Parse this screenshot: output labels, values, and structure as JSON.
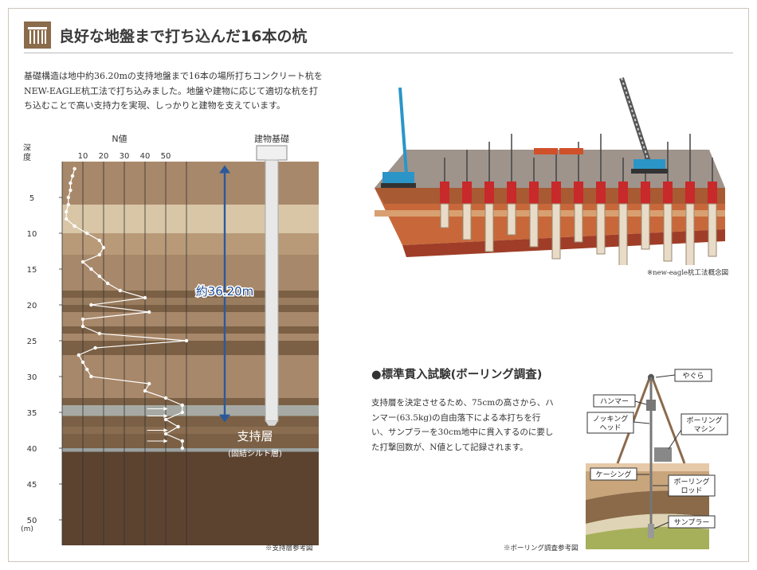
{
  "header": {
    "title": "良好な地盤まで打ち込んだ16本の杭",
    "icon": "pile-icon"
  },
  "intro": {
    "text": "基礎構造は地中約36.20mの支持地盤まで16本の場所打ちコンクリート杭をNEW-EAGLE杭工法で打ち込みました。地盤や建物に応じて適切な杭を打ち込むことで高い支持力を実現、しっかりと建物を支えています。"
  },
  "chart_data": {
    "type": "line",
    "axis_depth_label_1": "深",
    "axis_depth_label_2": "度",
    "n_value_label": "N値",
    "building_label": "建物基礎",
    "n_ticks": [
      "10",
      "20",
      "30",
      "40",
      "50"
    ],
    "depth_ticks": [
      "5",
      "10",
      "15",
      "20",
      "25",
      "30",
      "35",
      "40",
      "45",
      "50"
    ],
    "depth_unit": "(m)",
    "depth_annotation": "約36.20m",
    "bearing_layer": "支持層",
    "bearing_layer_sub": "(固結シルト層)",
    "xlim": [
      0,
      60
    ],
    "ylim": [
      0,
      52
    ],
    "depth": [
      1,
      2,
      3,
      4,
      5,
      6,
      7,
      8,
      9,
      10,
      11,
      12,
      13,
      14,
      15,
      16,
      17,
      18,
      19,
      20,
      21,
      22,
      23,
      24,
      25,
      26,
      27,
      28,
      29,
      30,
      31,
      32,
      33,
      34,
      35,
      36,
      37,
      38,
      39,
      40
    ],
    "n_value": [
      6,
      5,
      4,
      4,
      3,
      3,
      2,
      2,
      6,
      12,
      18,
      20,
      18,
      10,
      14,
      18,
      22,
      28,
      40,
      14,
      42,
      10,
      10,
      18,
      60,
      16,
      8,
      10,
      12,
      14,
      42,
      40,
      50,
      58,
      58,
      50,
      56,
      50,
      58,
      58
    ]
  },
  "chart_caption": "※支持層参考図",
  "eagle_caption": "※new-eagle杭工法概念図",
  "boring": {
    "title": "●標準貫入試験(ボーリング調査)",
    "text": "支持層を決定させるため、75cmの高さから、ハンマー(63.5kg)の自由落下による本打ちを行い、サンプラーを30cm地中に貫入するのに要した打撃回数が、N値として記録されます。",
    "labels": {
      "yagura": "やぐら",
      "hammer": "ハンマー",
      "knocking_1": "ノッキング",
      "knocking_2": "ヘッド",
      "boring_machine_1": "ボーリング",
      "boring_machine_2": "マシン",
      "casing": "ケーシング",
      "rod_1": "ボーリング",
      "rod_2": "ロッド",
      "sampler": "サンプラー"
    },
    "caption": "※ボーリング調査参考図"
  },
  "colors": {
    "soil_light": "#d8c6a6",
    "soil_mid": "#a8886a",
    "soil_dark": "#7b6045",
    "bearing": "#5c4330",
    "arrow_blue": "#2a5a9c",
    "label_blue": "#1f4e96"
  }
}
